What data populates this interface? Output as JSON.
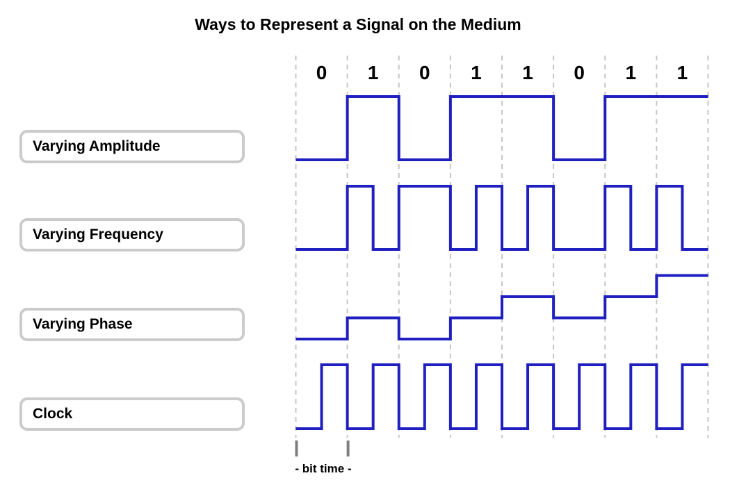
{
  "title": "Ways to Represent a Signal on the Medium",
  "bit_time_label": "- bit time -",
  "colors": {
    "waveform_blue": "#2020c0",
    "gridline_gray": "#c6c6c6",
    "tick_gray": "#7f7f7f",
    "box_border_gray": "#cbcbcb",
    "text_black": "#000000",
    "background": "#ffffff"
  },
  "labels": [
    {
      "text": "Varying Amplitude"
    },
    {
      "text": "Varying Frequency"
    },
    {
      "text": "Varying Phase"
    },
    {
      "text": "Clock"
    }
  ],
  "chart_data": {
    "type": "line",
    "subtype": "digital-waveform-timing-diagram",
    "title": "Ways to Represent a Signal on the Medium",
    "bits": [
      "0",
      "1",
      "0",
      "1",
      "1",
      "0",
      "1",
      "1"
    ],
    "bit_count": 8,
    "x_axis": {
      "label": "- bit time -",
      "unit": "bit time",
      "gridlines": "dashed, one per bit boundary"
    },
    "series": [
      {
        "name": "Varying Amplitude",
        "resolution_bits": 1,
        "num_levels": 2,
        "levels": [
          0,
          1,
          0,
          1,
          1,
          0,
          1,
          1
        ],
        "description": "high amplitude for bit 1, low amplitude for bit 0"
      },
      {
        "name": "Varying Frequency",
        "resolution_bits": 0.5,
        "num_levels": 2,
        "levels": [
          0,
          0,
          1,
          0,
          1,
          1,
          0,
          1,
          0,
          1,
          0,
          0,
          1,
          0,
          1,
          0
        ],
        "description": "one full cycle per bit for 1 (high frequency), half cycle per bit for 0 (low frequency), alternating continuously"
      },
      {
        "name": "Varying Phase",
        "resolution_bits": 1,
        "num_levels": 4,
        "levels": [
          0,
          1,
          0,
          1,
          2,
          1,
          2,
          3
        ],
        "description": "staircase: step up one level on bit 1, step down on bit 0"
      },
      {
        "name": "Clock",
        "resolution_bits": 0.5,
        "num_levels": 2,
        "levels": [
          0,
          1,
          0,
          1,
          0,
          1,
          0,
          1,
          0,
          1,
          0,
          1,
          0,
          1,
          0,
          1
        ],
        "description": "uniform square wave, one cycle per bit: low first half, high second half"
      }
    ]
  }
}
